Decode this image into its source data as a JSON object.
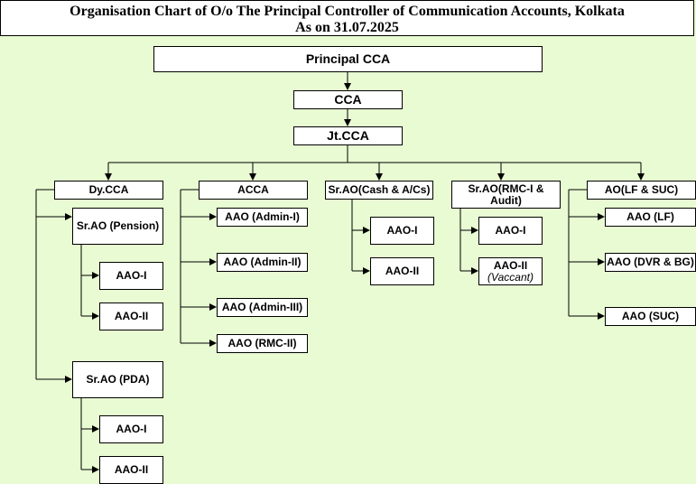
{
  "title": {
    "line1": "Organisation Chart of O/o The Principal Controller of Communication Accounts, Kolkata",
    "line2": "As on 31.07.2025"
  },
  "nodes": {
    "principal_cca": "Principal CCA",
    "cca": "CCA",
    "jt_cca": "Jt.CCA",
    "dy_cca": "Dy.CCA",
    "sr_ao_pension": "Sr.AO (Pension)",
    "aao_pension_1": "AAO-I",
    "aao_pension_2": "AAO-II",
    "sr_ao_pda": "Sr.AO (PDA)",
    "aao_pda_1": "AAO-I",
    "aao_pda_2": "AAO-II",
    "acca": "ACCA",
    "aao_admin_1": "AAO (Admin-I)",
    "aao_admin_2": "AAO (Admin-II)",
    "aao_admin_3": "AAO (Admin-III)",
    "aao_rmc_2": "AAO (RMC-II)",
    "sr_ao_cash": "Sr.AO(Cash & A/Cs)",
    "aao_cash_1": "AAO-I",
    "aao_cash_2": "AAO-II",
    "sr_ao_rmc_line1": "Sr.AO(RMC-I &",
    "sr_ao_rmc_line2": "Audit)",
    "aao_rmc_1": "AAO-I",
    "aao_rmc_audit_2": "AAO-II",
    "aao_rmc_audit_2_note": "(Vaccant)",
    "ao_lf_suc": "AO(LF & SUC)",
    "aao_lf": "AAO (LF)",
    "aao_dvr_bg": "AAO (DVR & BG)",
    "aao_suc": "AAO (SUC)"
  }
}
